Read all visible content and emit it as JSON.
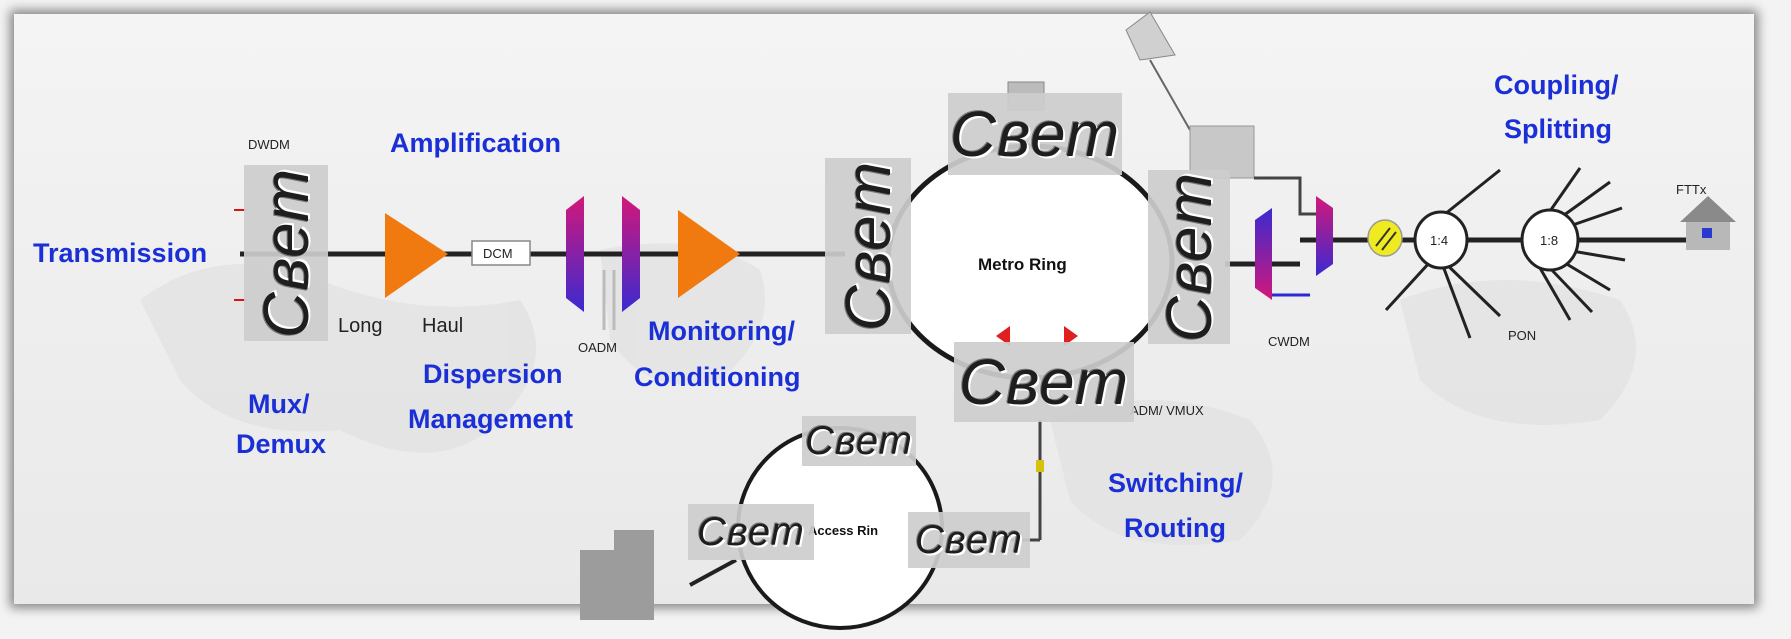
{
  "diagram": {
    "categories": {
      "transmission": "Transmission",
      "amplification": "Amplification",
      "mux_line1": "Mux/",
      "mux_line2": "Demux",
      "dispersion_line1": "Dispersion",
      "dispersion_line2": "Management",
      "monitoring_line1": "Monitoring/",
      "monitoring_line2": "Conditioning",
      "coupling_line1": "Coupling/",
      "coupling_line2": "Splitting",
      "switching_line1": "Switching/",
      "switching_line2": "Routing"
    },
    "labels": {
      "dwdm": "DWDM",
      "dcm": "DCM",
      "long": "Long",
      "haul": "Haul",
      "oadm": "OADM",
      "metro_ring": "Metro Ring",
      "cwdm": "CWDM",
      "pon": "PON",
      "fttx": "FTTx",
      "split_1_4": "1:4",
      "split_1_8": "1:8",
      "vmux": "ADM/ VMUX",
      "access_ring": "Access Rin"
    },
    "watermark_text": "Свет",
    "colors": {
      "category_label": "#1a2fd6",
      "amplifier": "#f07a10",
      "mux_gradient_top": "#d2187a",
      "mux_gradient_bottom": "#3a2ad0",
      "coupler": "#f0ea20"
    }
  }
}
